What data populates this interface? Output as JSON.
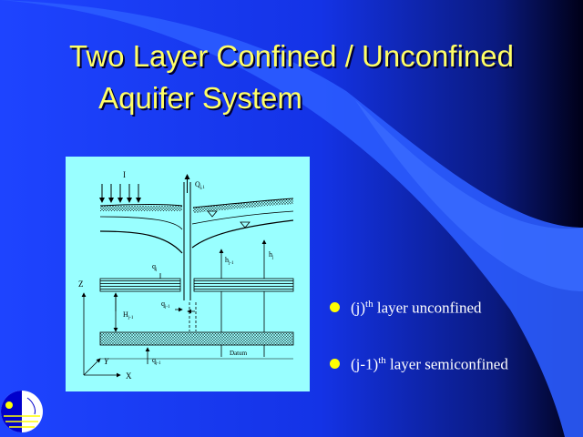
{
  "slide": {
    "title_line_1": "Two Layer Confined / Unconfined",
    "title_line_2": "Aquifer System"
  },
  "diagram": {
    "label_I": "I",
    "label_Q": "Q",
    "label_Q_sub": "j,1",
    "label_qj": "q",
    "label_qj_sub": "j",
    "label_hj1": "h",
    "label_hj1_sub": "j-1",
    "label_hj": "h",
    "label_hj_sub": "j",
    "label_Z": "Z",
    "label_qj1": "q",
    "label_qj1_sub": "j-1",
    "label_Hj1": "H",
    "label_Hj1_sub": "j-1",
    "label_qj1b": "q",
    "label_qj1b_sub": "j-1",
    "label_datum": "Datum",
    "label_Y": "Y",
    "label_X": "X"
  },
  "bullets": [
    {
      "pre": "(j)",
      "sup": "th",
      "text": " layer unconfined"
    },
    {
      "pre": "(j-1)",
      "sup": "th",
      "text": " layer semiconfined"
    }
  ],
  "colors": {
    "background_blue": "#1a3cff",
    "title_yellow": "#ffff66",
    "panel_cyan": "#99ffff",
    "bullet_yellow": "#ffff00"
  }
}
